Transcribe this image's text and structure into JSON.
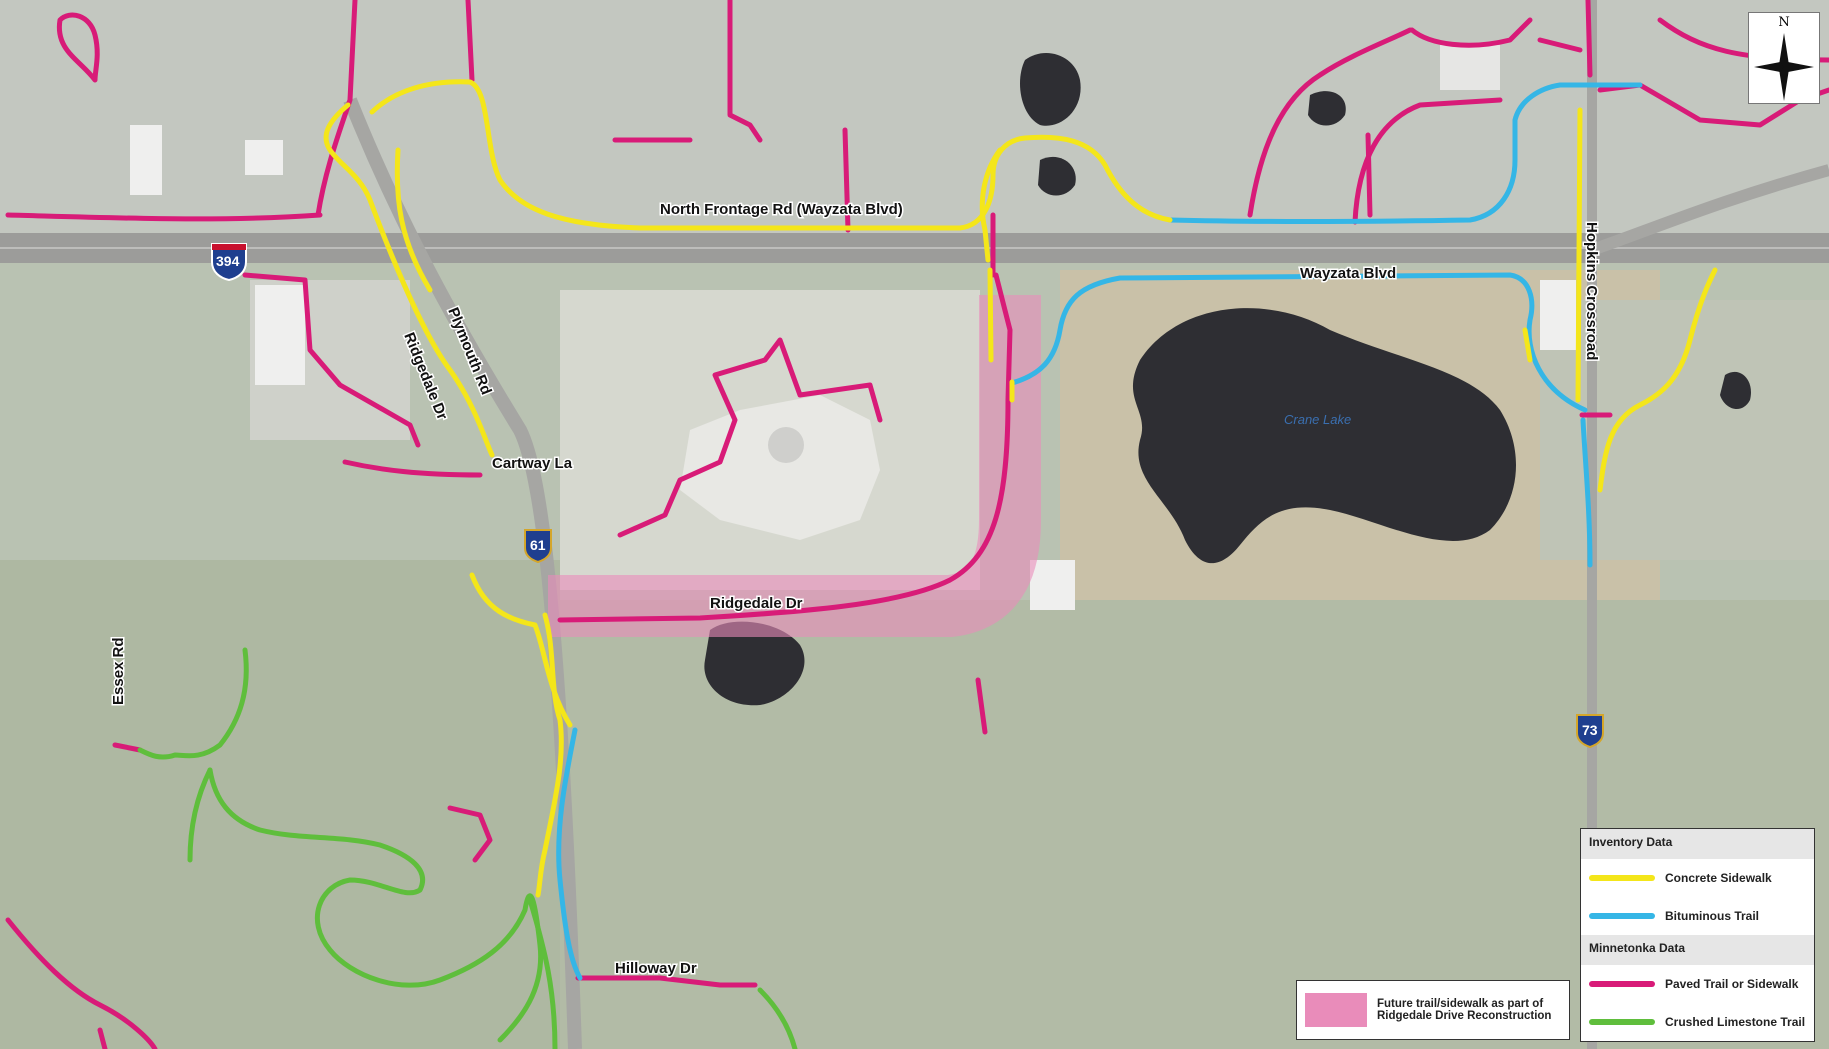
{
  "map": {
    "roads": {
      "north_frontage": "North Frontage Rd (Wayzata Blvd)",
      "wayzata": "Wayzata Blvd",
      "plymouth": "Plymouth Rd",
      "ridgedale_nw": "Ridgedale Dr",
      "cartway": "Cartway La",
      "ridgedale_s": "Ridgedale Dr",
      "essex": "Essex Rd",
      "hilloway": "Hilloway Dr",
      "hopkins": "Hopkins Crossroad"
    },
    "water": {
      "crane_lake": "Crane Lake"
    },
    "shields": {
      "i394": "394",
      "hwy61": "61",
      "hwy73": "73"
    },
    "compass_label": "N"
  },
  "legend": {
    "inventory_header": "Inventory Data",
    "concrete_sidewalk": "Concrete Sidewalk",
    "bituminous_trail": "Bituminous Trail",
    "minnetonka_header": "Minnetonka Data",
    "paved_trail": "Paved Trail or Sidewalk",
    "crushed_limestone": "Crushed Limestone Trail",
    "future_line1": "Future trail/sidewalk as part of",
    "future_line2": "Ridgedale Drive Reconstruction"
  },
  "colors": {
    "concrete": "#f4e61a",
    "bituminous": "#35b6e6",
    "paved": "#d81b78",
    "limestone": "#5fbe3c",
    "future": "#e98cba"
  }
}
